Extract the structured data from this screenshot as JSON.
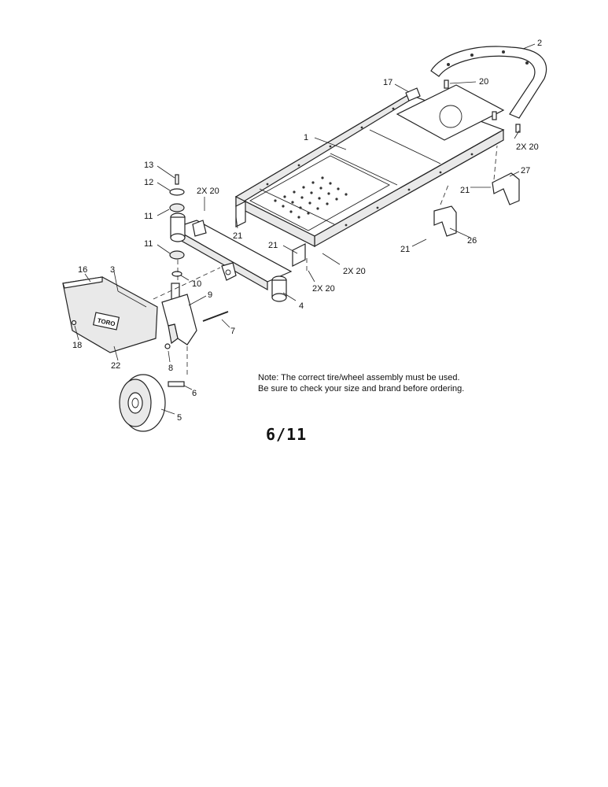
{
  "note": {
    "line1": "Note: The correct tire/wheel assembly must be used.",
    "line2": "Be sure to check your size and brand before ordering."
  },
  "page_number": "6/11",
  "brand_plate_text": "TORO",
  "callouts": [
    "1",
    "2",
    "17",
    "20",
    "2X 20",
    "27",
    "21",
    "26",
    "21",
    "13",
    "12",
    "11",
    "2X 20",
    "11",
    "21",
    "21",
    "2X 20",
    "2X 20",
    "10",
    "16",
    "3",
    "9",
    "4",
    "7",
    "18",
    "22",
    "8",
    "6",
    "5"
  ]
}
